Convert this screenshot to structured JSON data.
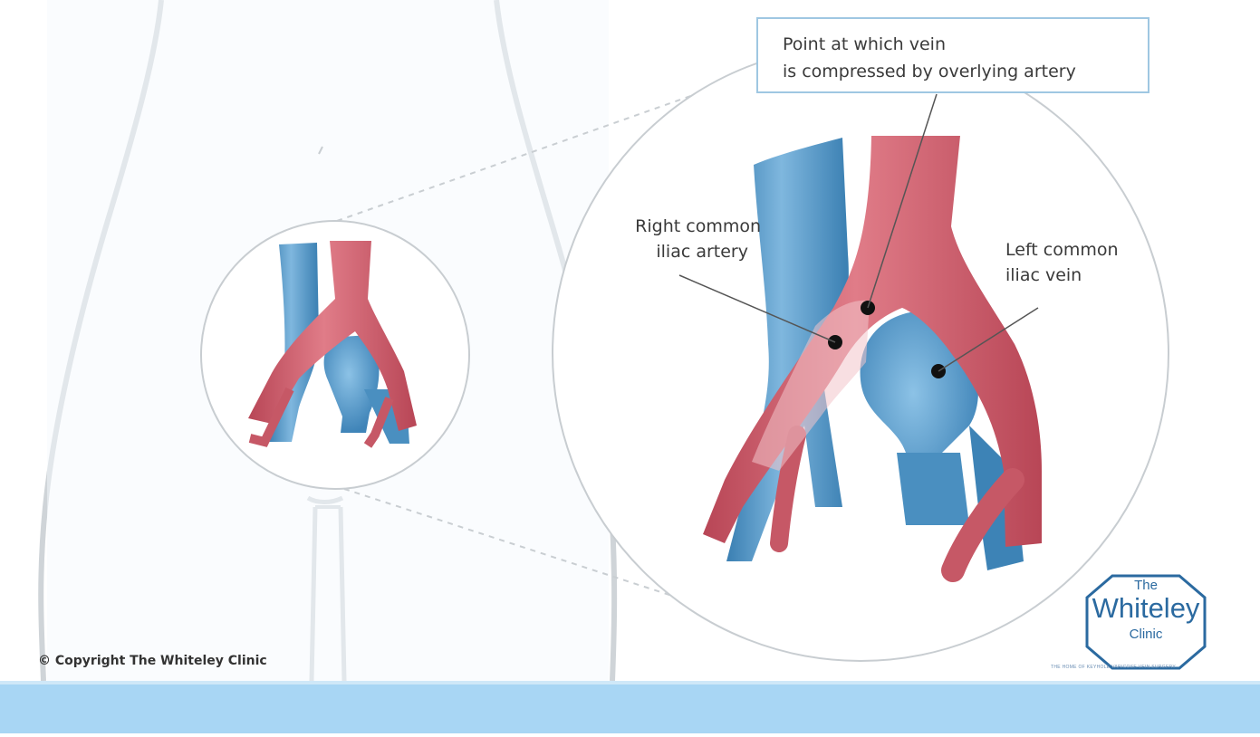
{
  "labels": {
    "point": [
      "Point at which vein",
      "is compressed by overlying artery"
    ],
    "right_artery": [
      "Right common",
      "iliac artery"
    ],
    "left_vein": [
      "Left common",
      "iliac vein"
    ]
  },
  "copyright": "© Copyright The Whiteley Clinic",
  "logo": {
    "line1": "The",
    "line2": "Whiteley",
    "line3": "Clinic",
    "tagline": "THE HOME OF KEYHOLE VARICOSE VEIN SURGERY"
  },
  "colors": {
    "artery": "#cf5f6c",
    "artery_light": "#e59aa2",
    "vein": "#4a8fc0",
    "vein_light": "#89bde0",
    "outline": "#c8cdd1",
    "band": "#a8d6f4",
    "logo": "#2b6aa0"
  }
}
